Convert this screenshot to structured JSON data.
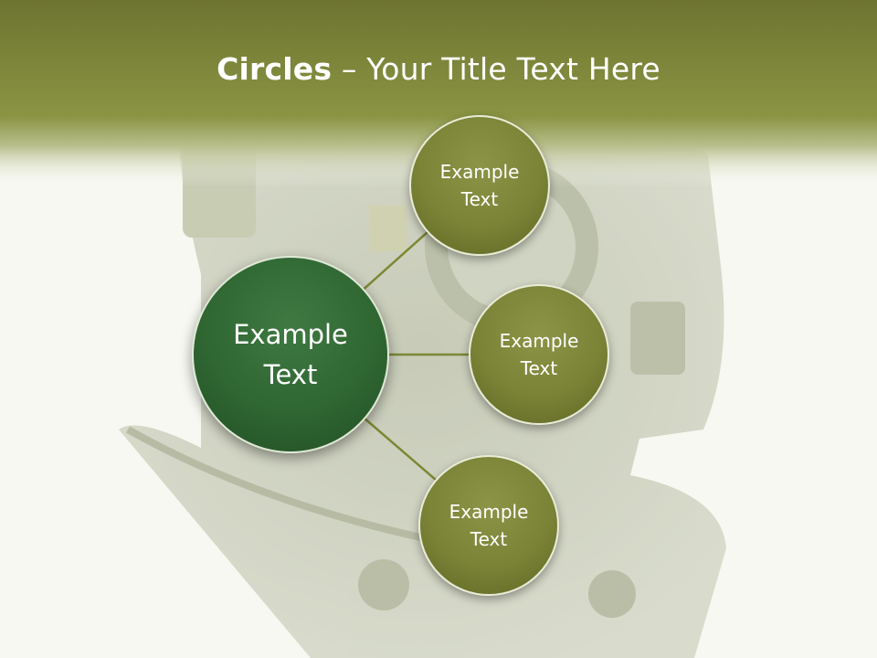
{
  "title": {
    "bold": "Circles",
    "rest": " – Your Title Text Here"
  },
  "colors": {
    "header": "#7d8734",
    "center_circle": "#2f6632",
    "outer_circle": "#7a8336",
    "connector": "#7d8734"
  },
  "diagram": {
    "center": {
      "label": "Example Text"
    },
    "nodes": [
      {
        "label": "Example Text"
      },
      {
        "label": "Example Text"
      },
      {
        "label": "Example Text"
      }
    ]
  }
}
